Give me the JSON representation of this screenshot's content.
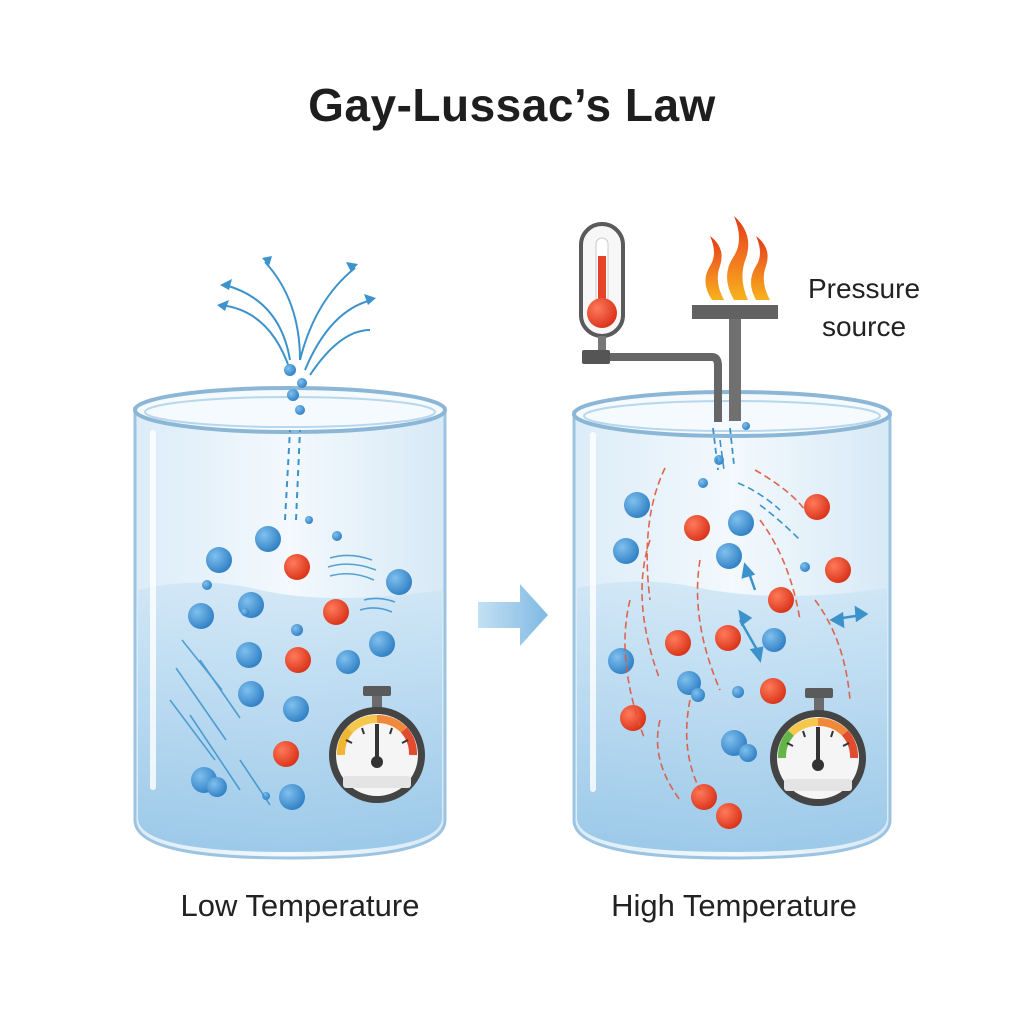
{
  "title": "Gay-Lussac’s Law",
  "left_container": {
    "caption": "Low Temperature"
  },
  "right_container": {
    "caption": "High Temperature"
  },
  "pressure_source": {
    "line1": "Pressure",
    "line2": "source"
  },
  "colors": {
    "cold_particle": "#3a8fd6",
    "hot_particle": "#e8412a",
    "water": "#a9d3ee",
    "glass_rim": "#8cb6d6",
    "arrow": "#8ec2e6",
    "motion_cold": "#3c93cc",
    "motion_hot": "#e0553e"
  },
  "icons": [
    "thermometer-icon",
    "flame-icon",
    "pressure-gauge-icon",
    "arrow-right-icon"
  ]
}
